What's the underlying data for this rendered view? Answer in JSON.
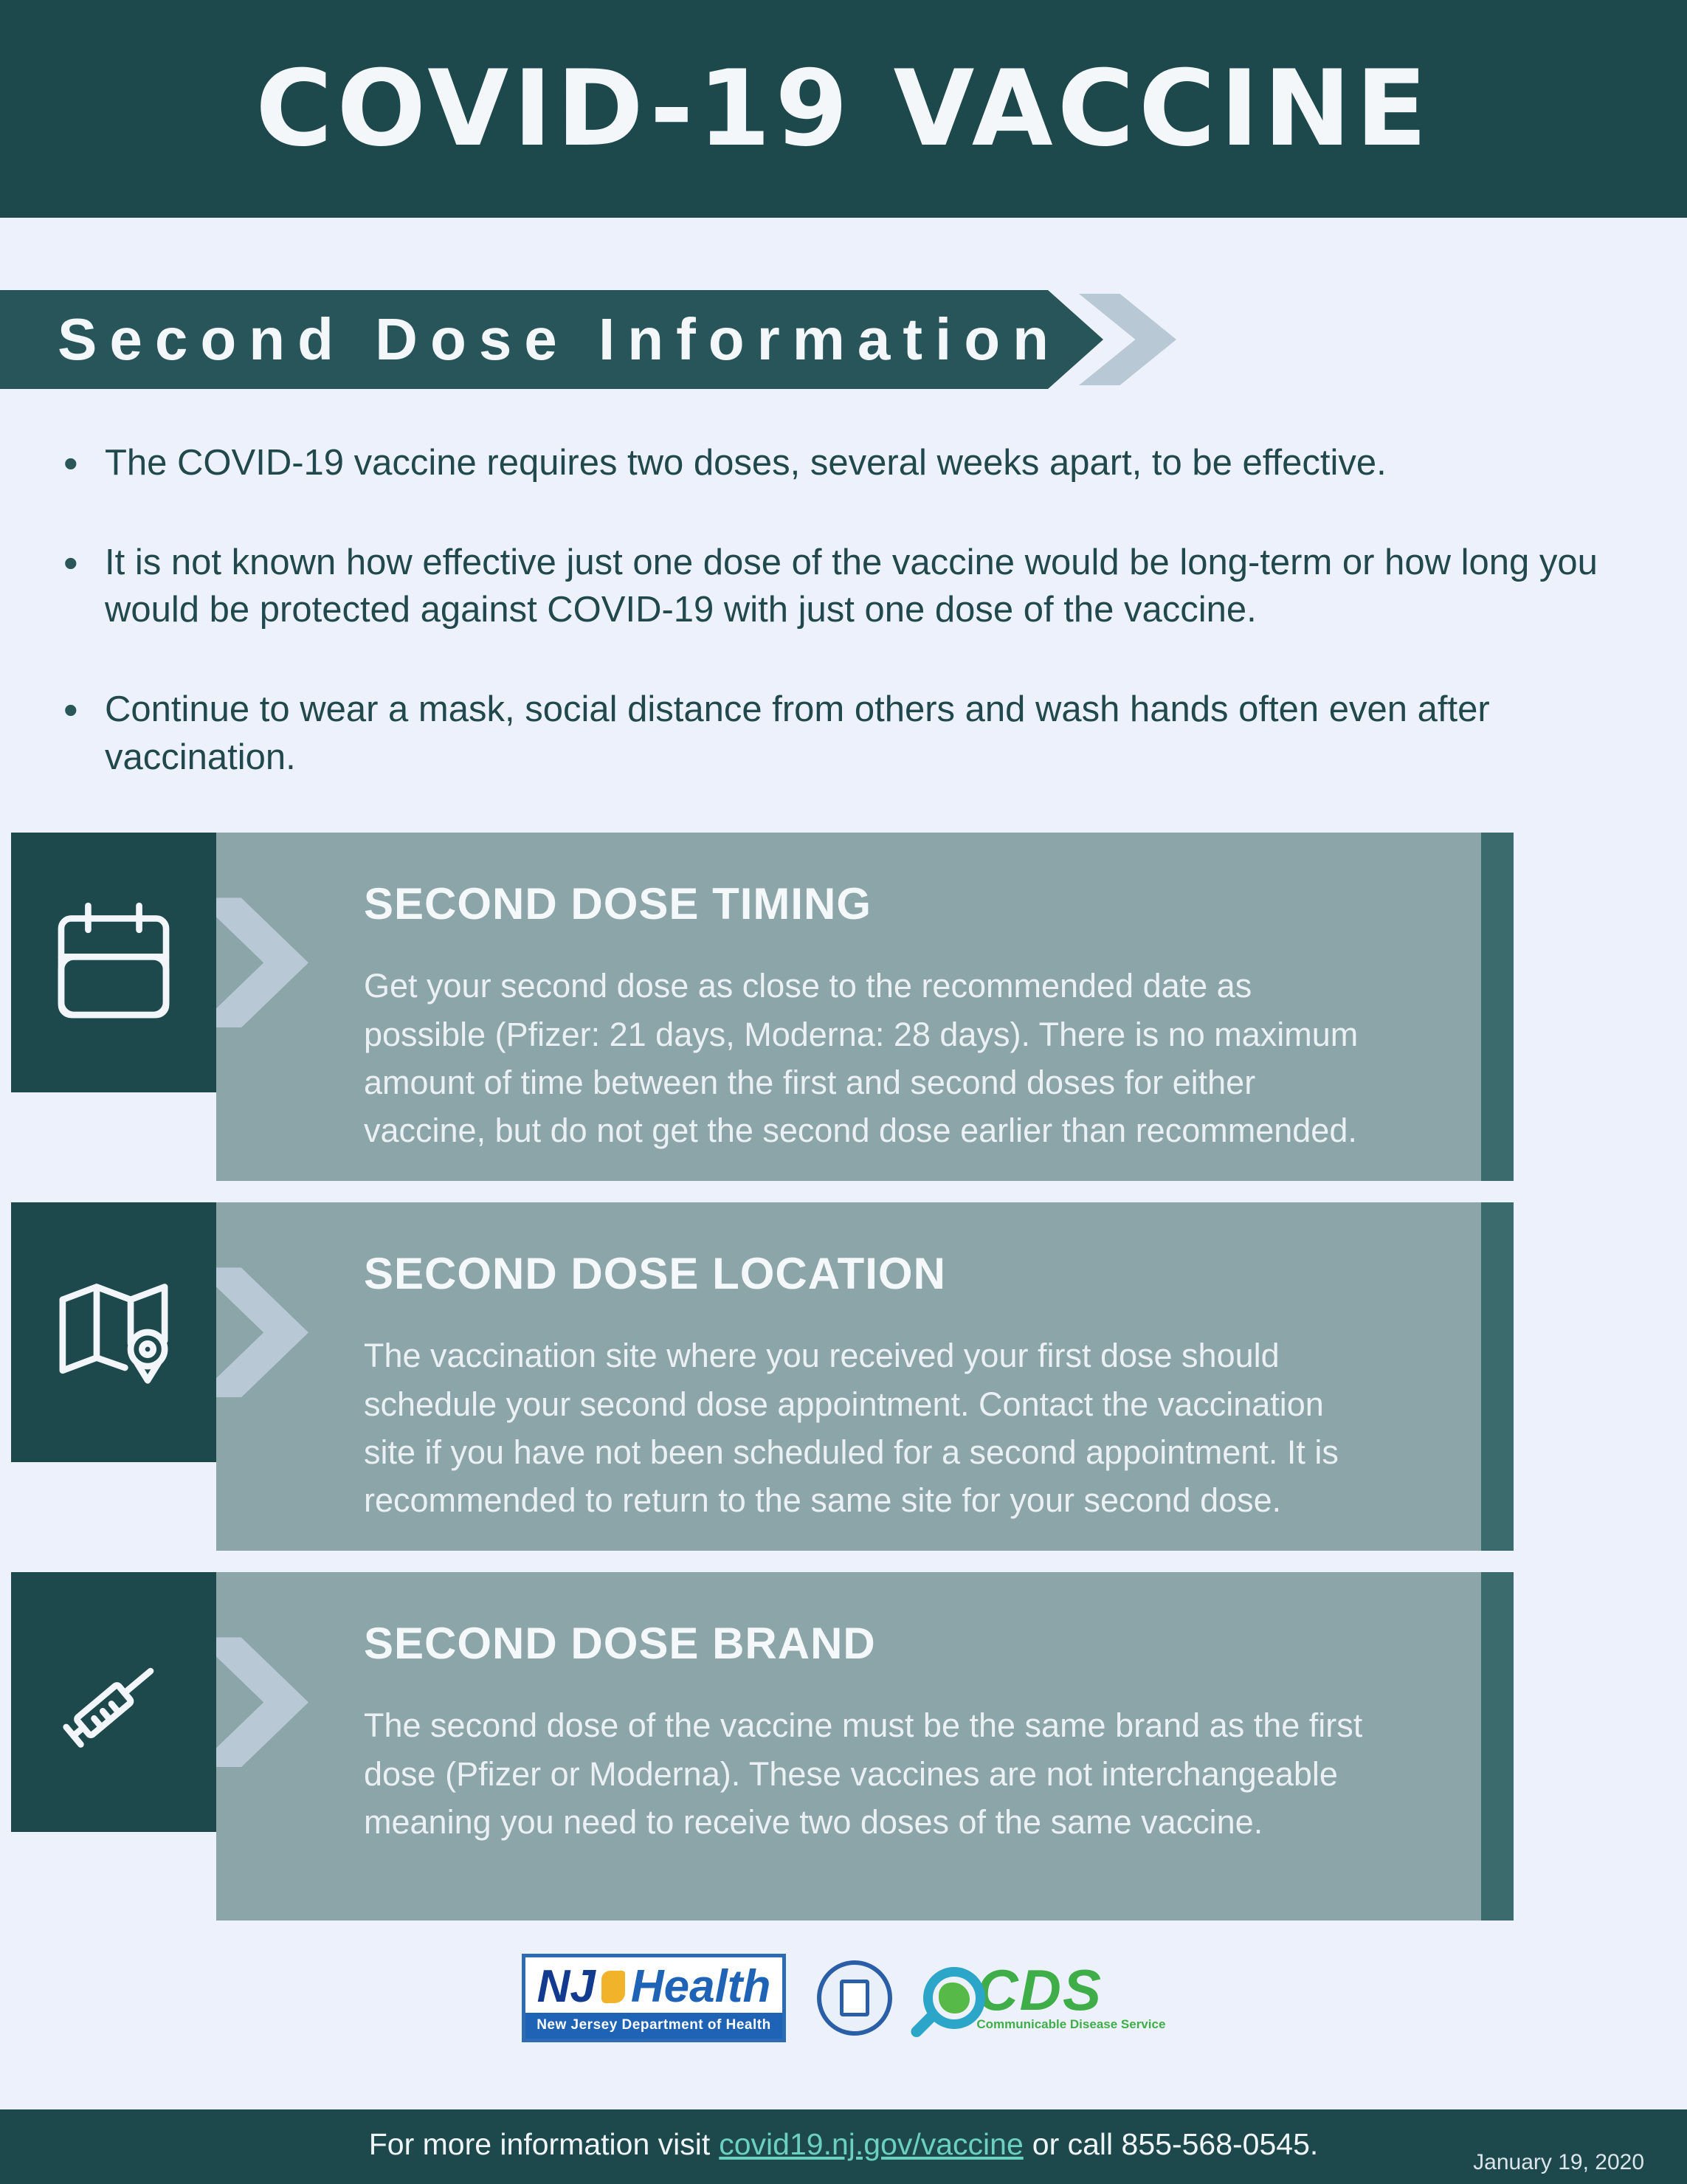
{
  "colors": {
    "dark_teal": "#1d494d",
    "ribbon_teal": "#27555a",
    "panel_teal_gray": "#8ca5a8",
    "panel_edge_teal": "#3c6b6e",
    "chevron_gray": "#b9c8d5",
    "page_background": "#edf1fb",
    "link_teal": "#6cd0c1"
  },
  "header": {
    "title": "COVID-19 VACCINE"
  },
  "ribbon": {
    "label": "Second Dose Information"
  },
  "bullets": [
    "The COVID-19 vaccine requires two doses, several weeks apart, to be effective.",
    "It is not known how effective just one dose of the vaccine would be long-term or how long you would be protected against COVID-19 with just one dose of the vaccine.",
    "Continue to wear a mask, social distance from others and wash hands often even after vaccination."
  ],
  "cards": [
    {
      "icon": "calendar-icon",
      "title": "SECOND DOSE TIMING",
      "body": "Get your second dose as close to the recommended date as possible (Pfizer: 21 days, Moderna: 28 days). There is no maximum amount of time between the first and second doses for either vaccine, but do not get the second dose earlier than recommended."
    },
    {
      "icon": "map-location-icon",
      "title": "SECOND DOSE LOCATION",
      "body": "The vaccination site where you received your first dose should schedule your second dose appointment. Contact the vaccination site if you have not been scheduled for a second appointment. It is recommended to return to the same site for your second dose."
    },
    {
      "icon": "syringe-icon",
      "title": "SECOND DOSE BRAND",
      "body": "The second dose of the vaccine must be the same brand as the first dose (Pfizer or Moderna). These vaccines are not interchangeable meaning you need to receive two doses of the same vaccine."
    }
  ],
  "logos": {
    "nj_health": {
      "nj": "NJ",
      "health": "Health",
      "subtitle": "New Jersey Department of Health"
    },
    "cds": {
      "abbr": "CDS",
      "subtitle": "Communicable Disease Service"
    }
  },
  "footer": {
    "prefix": "For more information visit",
    "link": "covid19.nj.gov/vaccine",
    "suffix": "or call 855-568-0545.",
    "date": "January 19, 2020"
  }
}
